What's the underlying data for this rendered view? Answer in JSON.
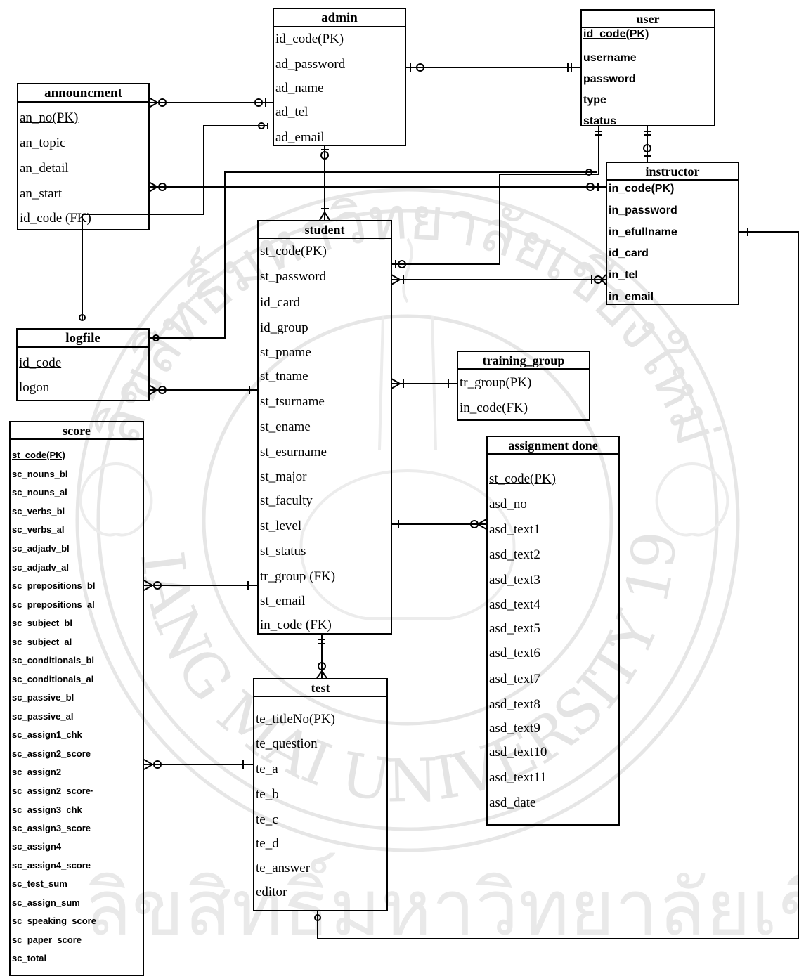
{
  "watermark": {
    "arc_top_text": "ลิขสิทธิ์มหาวิทยาลัยเชียงใหม่",
    "arc_bottom_text": "CHIANG MAI UNIVERSITY 1964",
    "bottom_band_text": "ลิขสิทธิ์มหาวิทยาลัยเชียงใหม่"
  },
  "entities": {
    "admin": {
      "title": "admin",
      "attributes": [
        "id_code(PK)",
        "ad_password",
        "ad_name",
        "ad_tel",
        "ad_email"
      ]
    },
    "user": {
      "title": "user",
      "attributes": [
        "id_code(PK)",
        "username",
        "password",
        "type",
        "status"
      ]
    },
    "announcment": {
      "title": "announcment",
      "attributes": [
        "an_no(PK)",
        "an_topic",
        "an_detail",
        "an_start",
        "id_code (FK)"
      ]
    },
    "instructor": {
      "title": "instructor",
      "attributes": [
        "in_code(PK)",
        "in_password",
        "in_efullname",
        "id_card",
        "in_tel",
        "in_email"
      ]
    },
    "student": {
      "title": "student",
      "attributes": [
        "st_code(PK)",
        "st_password",
        "id_card",
        "id_group",
        "st_pname",
        "st_tname",
        "st_tsurname",
        "st_ename",
        "st_esurname",
        "st_major",
        "st_faculty",
        "st_level",
        "st_status",
        "tr_group (FK)",
        "st_email",
        "in_code (FK)"
      ]
    },
    "logfile": {
      "title": "logfile",
      "attributes": [
        "id_code",
        "logon"
      ]
    },
    "training_group": {
      "title": "training_group",
      "attributes": [
        "tr_group(PK)",
        "in_code(FK)"
      ]
    },
    "assignment_done": {
      "title": "assignment done",
      "attributes": [
        "st_code(PK)",
        "asd_no",
        "asd_text1",
        "asd_text2",
        "asd_text3",
        "asd_text4",
        "asd_text5",
        "asd_text6",
        "asd_text7",
        "asd_text8",
        "asd_text9",
        "asd_text10",
        "asd_text11",
        "asd_date"
      ]
    },
    "score": {
      "title": "score",
      "attributes": [
        "st_code(PK)",
        "sc_nouns_bl",
        "sc_nouns_al",
        "sc_verbs_bl",
        "sc_verbs_al",
        "sc_adjadv_bl",
        "sc_adjadv_al",
        "sc_prepositions_bl",
        "sc_prepositions_al",
        "sc_subject_bl",
        "sc_subject_al",
        "sc_conditionals_bl",
        "sc_conditionals_al",
        "sc_passive_bl",
        "sc_passive_al",
        "sc_assign1_chk",
        "sc_assign2_score",
        "sc_assign2",
        "sc_assign2_score·",
        "sc_assign3_chk",
        "sc_assign3_score",
        "sc_assign4",
        "sc_assign4_score",
        "sc_test_sum",
        "sc_assign_sum",
        "sc_speaking_score",
        "sc_paper_score",
        "sc_total"
      ]
    },
    "test": {
      "title": "test",
      "attributes": [
        "te_titleNo(PK)",
        "te_question",
        "te_a",
        "te_b",
        "te_c",
        "te_d",
        "te_answer",
        "editor"
      ]
    }
  }
}
